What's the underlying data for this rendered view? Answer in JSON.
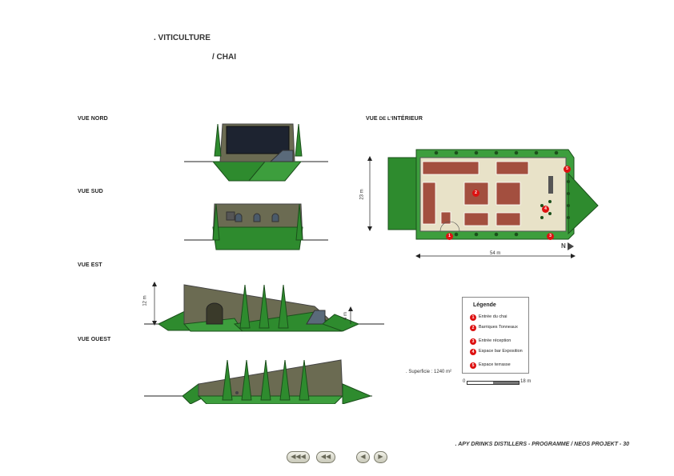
{
  "header": {
    "section": ". VITICULTURE",
    "subsection": "/ CHAI"
  },
  "views": {
    "nord": "VUE NORD",
    "sud": "VUE SUD",
    "est": "VUE EST",
    "ouest": "VUE OUEST",
    "interieur_prefix": "VUE",
    "interieur_de": "DE L'",
    "interieur_suffix": "INTÉRIEUR"
  },
  "dimensions": {
    "height_12": "12 m",
    "height_4": "4 m",
    "width_23": "23 m",
    "length_54": "54 m"
  },
  "north_label": "N",
  "legend": {
    "title": "Légende",
    "items": [
      {
        "num": "1",
        "text": "Entrée du chai"
      },
      {
        "num": "2",
        "text": "Barriques Tonneaux"
      },
      {
        "num": "3",
        "text": "Entrée réception"
      },
      {
        "num": "4",
        "text": "Espace bar Exposition"
      },
      {
        "num": "5",
        "text": "Espace terrasse"
      }
    ]
  },
  "superficie": ". Superficie : 1240 m²",
  "scale": {
    "start": "0",
    "end": "18 m"
  },
  "footer": ". APY DRINKS DISTILLERS - PROGRAMME / NEOS PROJEKT - 30",
  "nav": {
    "first": "◀◀◀",
    "prev_section": "◀◀",
    "prev": "◀",
    "next": "▶"
  },
  "colors": {
    "green": "#2e8b2e",
    "dark_green": "#1f5f1f",
    "olive": "#6b6b52",
    "red": "#d11111",
    "brick": "#a34f3f"
  }
}
